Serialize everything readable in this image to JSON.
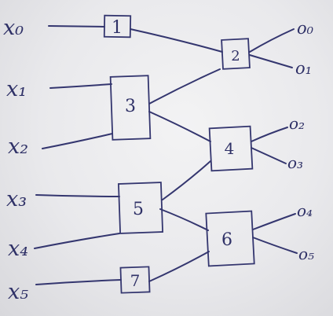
{
  "diagram": {
    "inputs": [
      {
        "id": "x0",
        "label": "x₀"
      },
      {
        "id": "x1",
        "label": "x₁"
      },
      {
        "id": "x2",
        "label": "x₂"
      },
      {
        "id": "x3",
        "label": "x₃"
      },
      {
        "id": "x4",
        "label": "x₄"
      },
      {
        "id": "x5",
        "label": "x₅"
      }
    ],
    "nodes": [
      {
        "id": "n1",
        "label": "1"
      },
      {
        "id": "n2",
        "label": "2"
      },
      {
        "id": "n3",
        "label": "3"
      },
      {
        "id": "n4",
        "label": "4"
      },
      {
        "id": "n5",
        "label": "5"
      },
      {
        "id": "n6",
        "label": "6"
      },
      {
        "id": "n7",
        "label": "7"
      }
    ],
    "outputs": [
      {
        "id": "o0",
        "label": "o₀"
      },
      {
        "id": "o1",
        "label": "o₁"
      },
      {
        "id": "o2",
        "label": "o₂"
      },
      {
        "id": "o3",
        "label": "o₃"
      },
      {
        "id": "o4",
        "label": "o₄"
      },
      {
        "id": "o5",
        "label": "o₅"
      }
    ],
    "edges": [
      [
        "x0",
        "n1"
      ],
      [
        "x1",
        "n3"
      ],
      [
        "x2",
        "n3"
      ],
      [
        "x3",
        "n5"
      ],
      [
        "x4",
        "n5"
      ],
      [
        "x5",
        "n7"
      ],
      [
        "n1",
        "n2"
      ],
      [
        "n3",
        "n2"
      ],
      [
        "n3",
        "n4"
      ],
      [
        "n5",
        "n4"
      ],
      [
        "n5",
        "n6"
      ],
      [
        "n7",
        "n6"
      ],
      [
        "n2",
        "o0"
      ],
      [
        "n2",
        "o1"
      ],
      [
        "n4",
        "o2"
      ],
      [
        "n4",
        "o3"
      ],
      [
        "n6",
        "o4"
      ],
      [
        "n6",
        "o5"
      ]
    ]
  }
}
